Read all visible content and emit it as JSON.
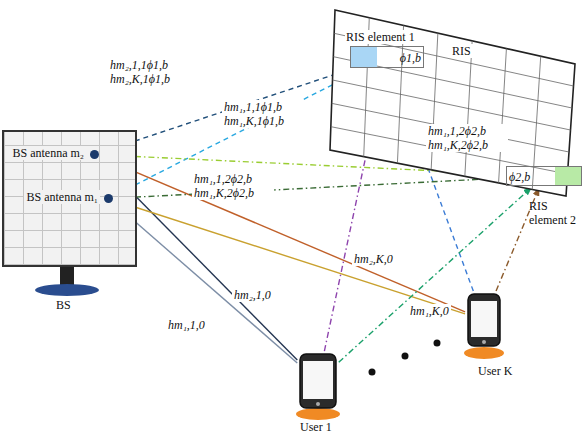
{
  "diagram": {
    "nodes": [
      {
        "text": [
          "BS"
        ]
      },
      {
        "text": [
          "BS antenna m₂"
        ],
        "in": 0
      },
      {
        "text": [
          "BS antenna m₁"
        ],
        "in": 0
      },
      {
        "text": [
          "RIS"
        ]
      },
      {
        "text": [
          "RIS element 1",
          "ϕ1,b"
        ],
        "in": 3
      },
      {
        "text": [
          "RIS element 2",
          "ϕ2,b"
        ],
        "in": 3
      },
      {
        "text": [
          "User 1"
        ]
      },
      {
        "text": [
          "User K"
        ]
      }
    ],
    "edges": [
      {
        "from": 6,
        "to": 2,
        "arrow": "to",
        "label": "hm₁,1,0"
      },
      {
        "from": 6,
        "to": 1,
        "arrow": "to",
        "label": "hm₂,1,0"
      },
      {
        "from": 7,
        "to": 1,
        "arrow": "to",
        "label": "hm₂,K,0"
      },
      {
        "from": 7,
        "to": 2,
        "arrow": "to",
        "label": "hm₁,K,0"
      },
      {
        "from": 6,
        "to": 4,
        "arrow": "to"
      },
      {
        "from": 7,
        "to": 4,
        "arrow": "to"
      },
      {
        "from": 6,
        "to": 5,
        "arrow": "to"
      },
      {
        "from": 7,
        "to": 5,
        "arrow": "to"
      },
      {
        "from": 4,
        "to": 1,
        "arrow": "to",
        "label": "hm₂,1,1ϕ1,b hm₂,K,1ϕ1,b"
      },
      {
        "from": 4,
        "to": 2,
        "arrow": "to",
        "label": "hm₁,1,1ϕ1,b hm₁,K,1ϕ1,b"
      },
      {
        "from": 5,
        "to": 1,
        "arrow": "to",
        "label": "hm₁,1,2ϕ2,b hm₁,K,2ϕ2,b"
      },
      {
        "from": 5,
        "to": 2,
        "arrow": "to",
        "label": "hm₁,1,2ϕ2,b hm₁,K,2ϕ2,b"
      }
    ]
  }
}
